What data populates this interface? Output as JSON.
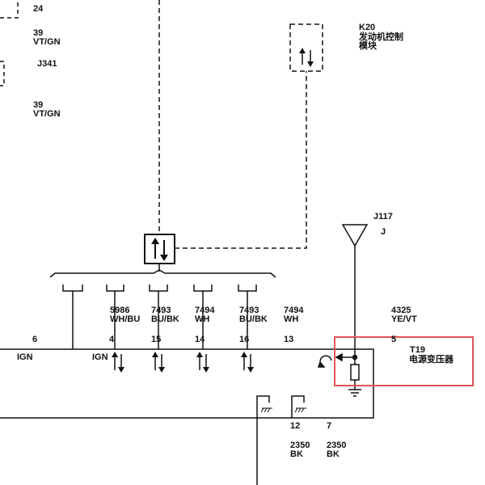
{
  "top_left": {
    "pin_24": "24",
    "wire_39_a_num": "39",
    "wire_39_a_color": "VT/GN",
    "splice": "J341",
    "wire_39_b_num": "39",
    "wire_39_b_color": "VT/GN"
  },
  "k20": {
    "id": "K20",
    "name_line1": "发动机控制",
    "name_line2": "模块"
  },
  "j117": {
    "id": "J117",
    "type": "J"
  },
  "bus_wires": [
    {
      "num": "5986",
      "color": "WH/BU"
    },
    {
      "num": "7493",
      "color": "BU/BK"
    },
    {
      "num": "7494",
      "color": "WH"
    },
    {
      "num": "7493",
      "color": "BU/BK"
    },
    {
      "num": "7494",
      "color": "WH"
    }
  ],
  "supply_wire": {
    "num": "4325",
    "color": "YE/VT"
  },
  "t19_pins": [
    "6",
    "4",
    "15",
    "14",
    "16",
    "13",
    "5"
  ],
  "t19_signals": {
    "ign_left": "IGN",
    "ign_right": "IGN"
  },
  "t19": {
    "id": "T19",
    "name": "电源变压器"
  },
  "ground_pins": [
    "12",
    "7"
  ],
  "ground_wires": [
    {
      "num": "2350",
      "color": "BK"
    },
    {
      "num": "2350",
      "color": "BK"
    }
  ],
  "colors": {
    "line": "#111111",
    "highlight": "#e05555"
  }
}
